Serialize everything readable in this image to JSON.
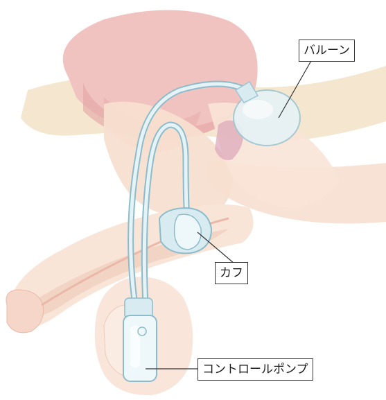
{
  "labels": {
    "balloon": "バルーン",
    "cuff": "カフ",
    "pump": "コントロールポンプ"
  },
  "colors": {
    "bladder": "#f0c2c0",
    "bladder_dark": "#e2a4a3",
    "tissue": "#f7dfd0",
    "tissue_light": "#fbece3",
    "bone": "#f3e3c7",
    "skin": "#f9e4d8",
    "tube": "#cfe7ee",
    "tube_edge": "#8cbccb",
    "device": "#e6f3f6",
    "leader": "#333333"
  }
}
